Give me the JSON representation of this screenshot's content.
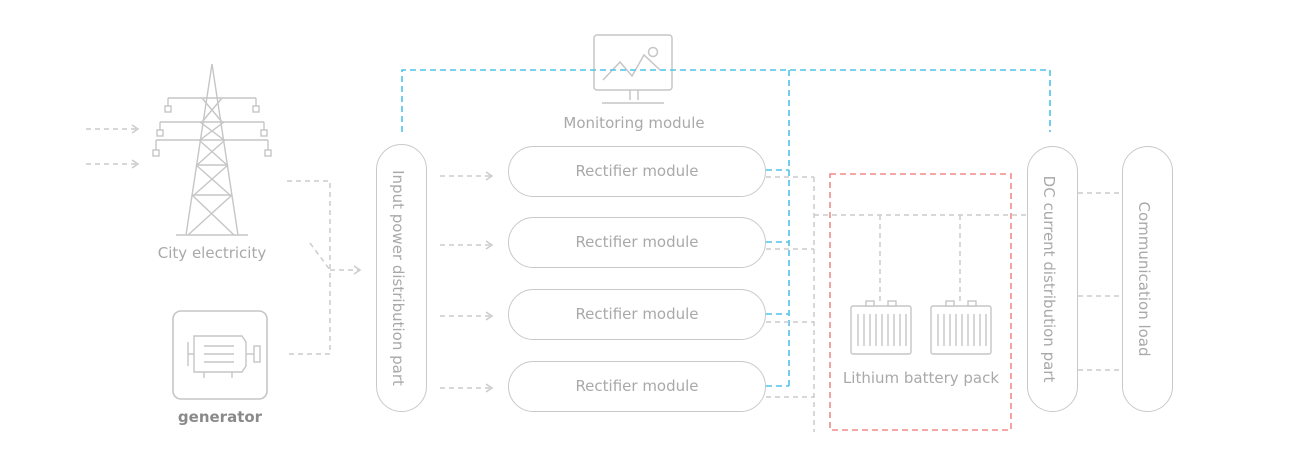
{
  "labels": {
    "city_electricity": "City electricity",
    "generator": "generator",
    "monitoring_module": "Monitoring module",
    "input_power_distribution": "Input power distribution part",
    "rectifier_modules": [
      "Rectifier module",
      "Rectifier module",
      "Rectifier module",
      "Rectifier module"
    ],
    "lithium_battery_pack": "Lithium battery pack",
    "dc_current_distribution": "DC current distribution part",
    "communication_load": "Communication load"
  },
  "icons": {
    "tower": "power-tower-icon",
    "generator": "engine-generator-icon",
    "monitor": "monitor-chart-icon",
    "battery": "battery-icon"
  },
  "colors": {
    "gray_line": "#cccccc",
    "blue_line": "#4fc3e8",
    "red_box": "#f08a8a",
    "text": "#a9a9a9"
  }
}
